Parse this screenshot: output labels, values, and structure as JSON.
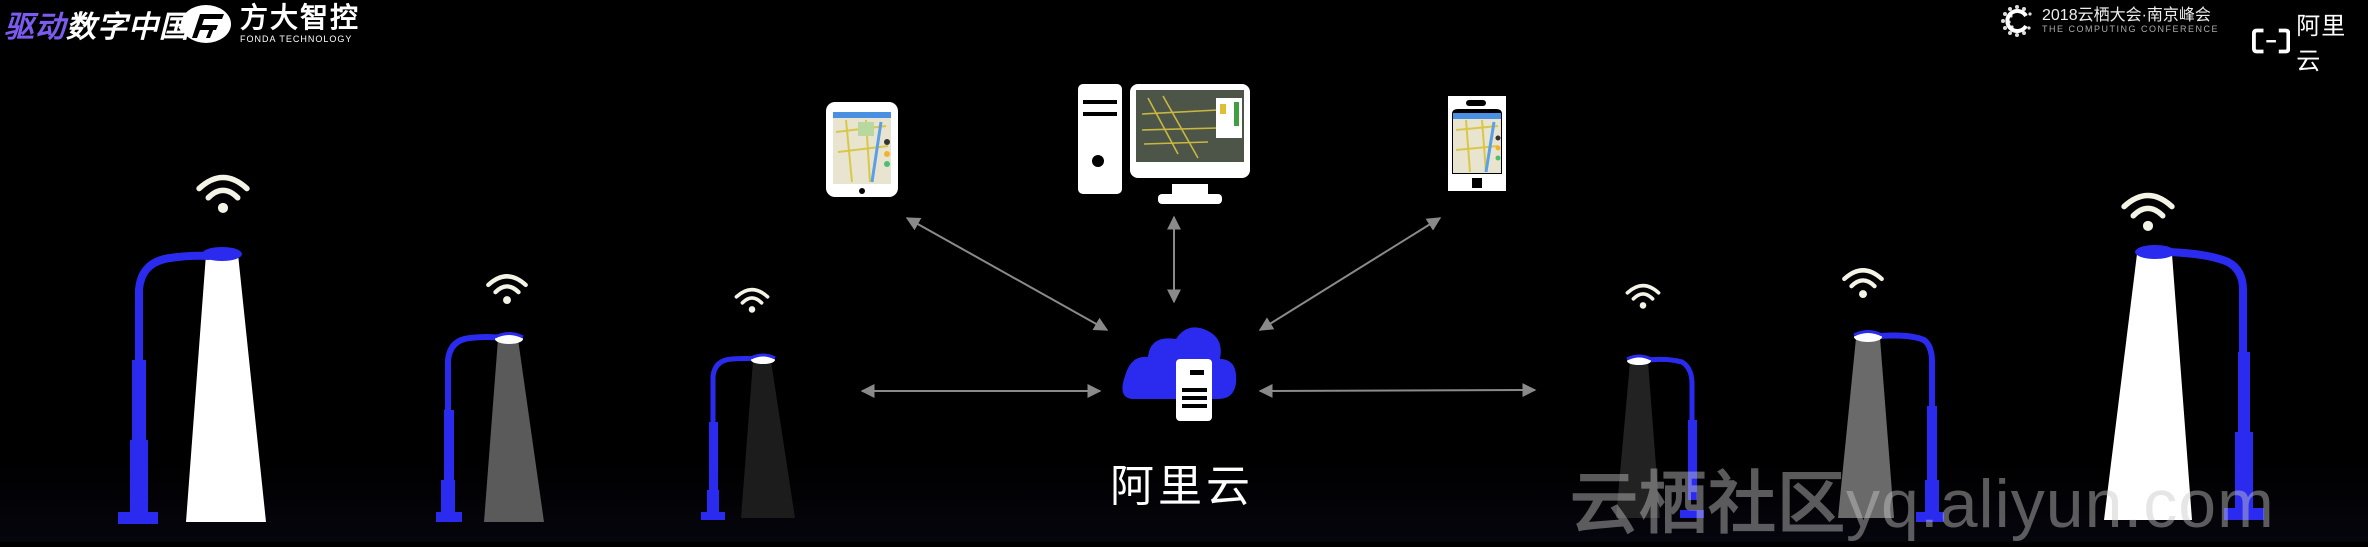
{
  "header": {
    "slogan_highlight": "驱动",
    "slogan_rest": "数字中国",
    "partner_logo_cn": "方大智控",
    "partner_logo_en": "FONDA TECHNOLOGY",
    "conference_cn": "2018云栖大会·南京峰会",
    "conference_en": "THE COMPUTING CONFERENCE",
    "brand_cn": "阿里云"
  },
  "diagram": {
    "center_label": "阿里云",
    "center_icon": "cloud-server-icon",
    "clients": [
      {
        "name": "tablet",
        "icon": "tablet-icon"
      },
      {
        "name": "desktop-pc",
        "icon": "desktop-computer-icon"
      },
      {
        "name": "smartphone",
        "icon": "smartphone-icon"
      }
    ],
    "lamps": [
      {
        "side": "left",
        "brightness": "full",
        "beam_color": "#ffffff"
      },
      {
        "side": "left",
        "brightness": "medium",
        "beam_color": "#5a5a5a"
      },
      {
        "side": "left",
        "brightness": "low",
        "beam_color": "#1c1c1c"
      },
      {
        "side": "right",
        "brightness": "low",
        "beam_color": "#222222"
      },
      {
        "side": "right",
        "brightness": "medium",
        "beam_color": "#6a6a6a"
      },
      {
        "side": "right",
        "brightness": "full",
        "beam_color": "#ffffff"
      }
    ],
    "pole_color": "#2b2bf0",
    "arrow_color": "#8a8a8a"
  },
  "watermark": {
    "cn": "云栖社区",
    "url": "yq.aliyun.com"
  }
}
